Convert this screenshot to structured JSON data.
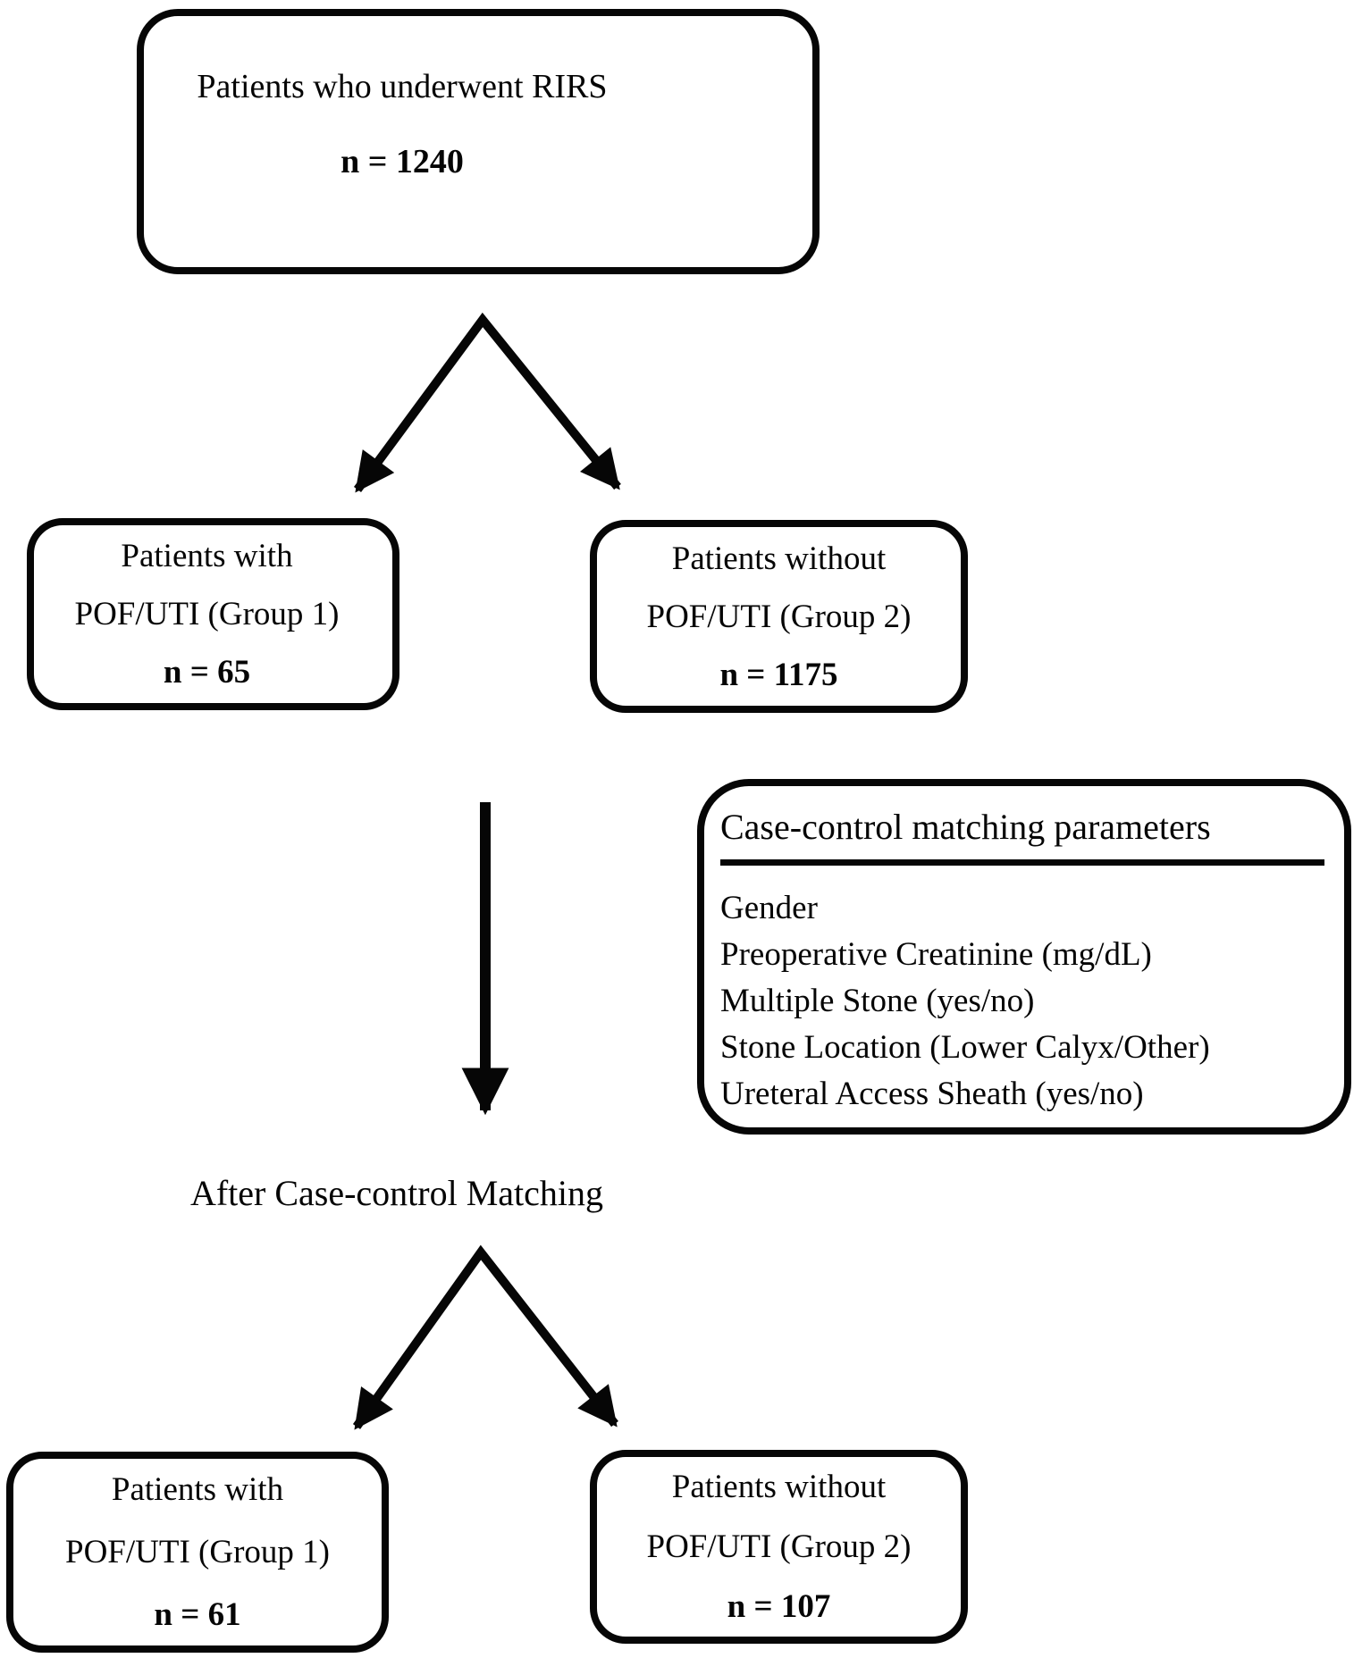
{
  "diagram": {
    "top_box": {
      "line1": "Patients who underwent RIRS",
      "n_label": "n = 1240"
    },
    "group1_box": {
      "line1": "Patients with",
      "line2": "POF/UTI (Group 1)",
      "n_label": "n = 65"
    },
    "group2_box": {
      "line1": "Patients without",
      "line2": "POF/UTI (Group 2)",
      "n_label": "n = 1175"
    },
    "matching_box": {
      "title": "Case-control matching parameters",
      "items": [
        "Gender",
        "Preoperative Creatinine (mg/dL)",
        "Multiple Stone (yes/no)",
        "Stone Location (Lower Calyx/Other)",
        "Ureteral Access Sheath (yes/no)"
      ]
    },
    "after_label": "After Case-control Matching",
    "group1_after_box": {
      "line1": "Patients with",
      "line2": "POF/UTI (Group 1)",
      "n_label": "n = 61"
    },
    "group2_after_box": {
      "line1": "Patients without",
      "line2": "POF/UTI (Group 2)",
      "n_label": "n = 107"
    },
    "colors": {
      "line": "#060606",
      "text": "#050505",
      "background": "#ffffff"
    }
  }
}
